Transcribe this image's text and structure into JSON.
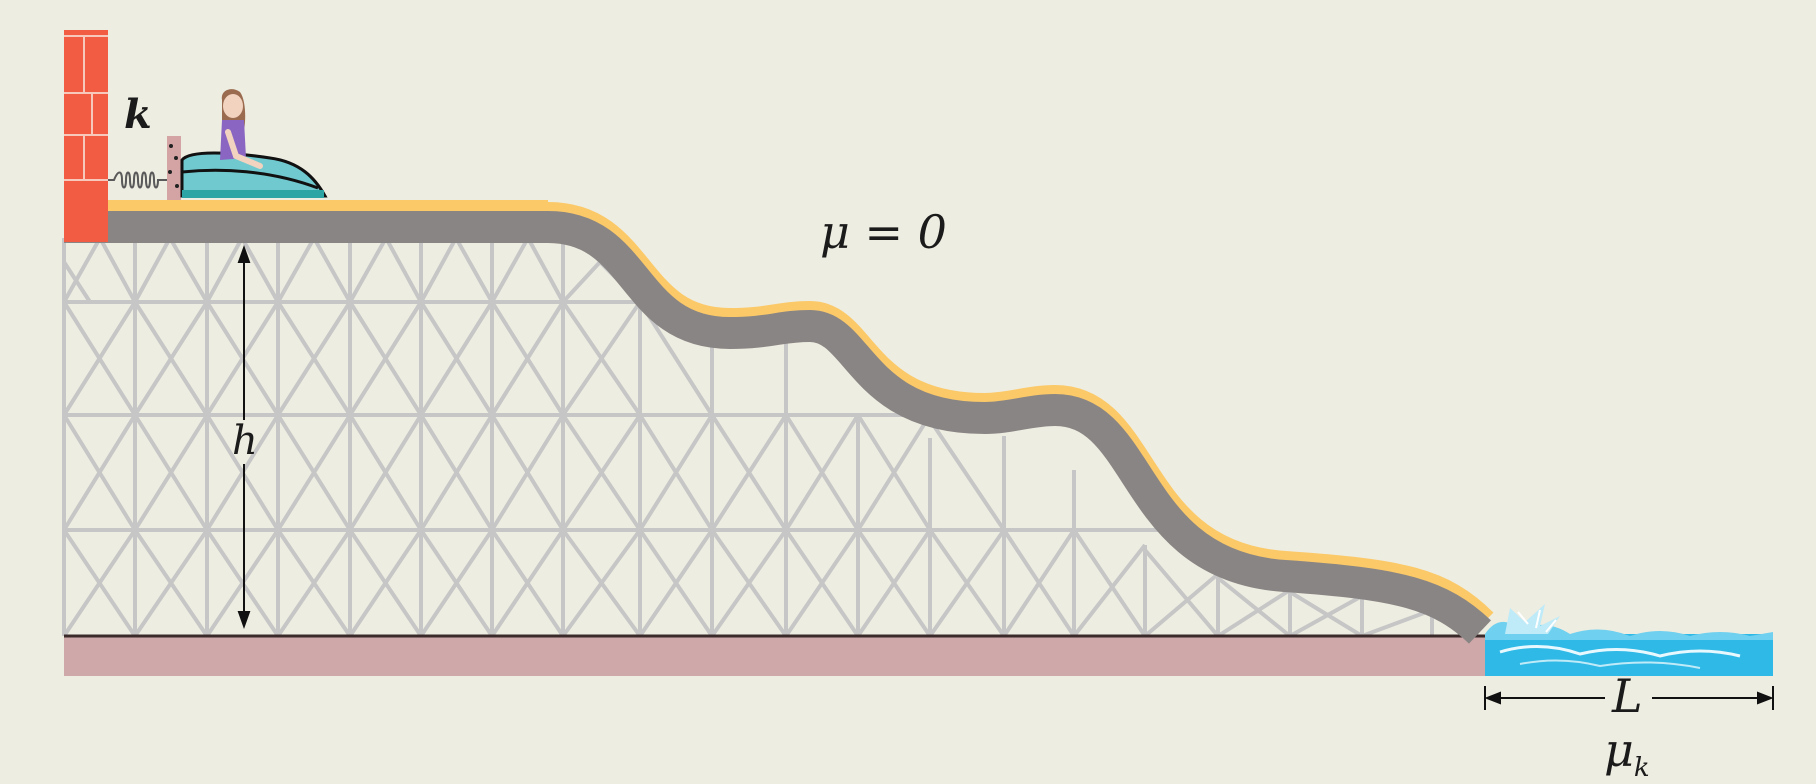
{
  "labels": {
    "spring_constant": "k",
    "height": "h",
    "friction_track": "μ = 0",
    "pool_length": "L",
    "kinetic_friction_symbol": "μ",
    "kinetic_friction_subscript": "k"
  },
  "colors": {
    "background": "#eeede1",
    "wall": "#f25c42",
    "track_top": "#fbc968",
    "track_body": "#898584",
    "trestle": "#c6c6c6",
    "ground": "#cfa8a9",
    "water": "#2fb9e6",
    "sled": "#6fc9cf"
  },
  "icons": {
    "wall": "brick-wall-icon",
    "spring": "spring-icon",
    "sled": "water-sled-icon",
    "rider": "rider-icon"
  }
}
